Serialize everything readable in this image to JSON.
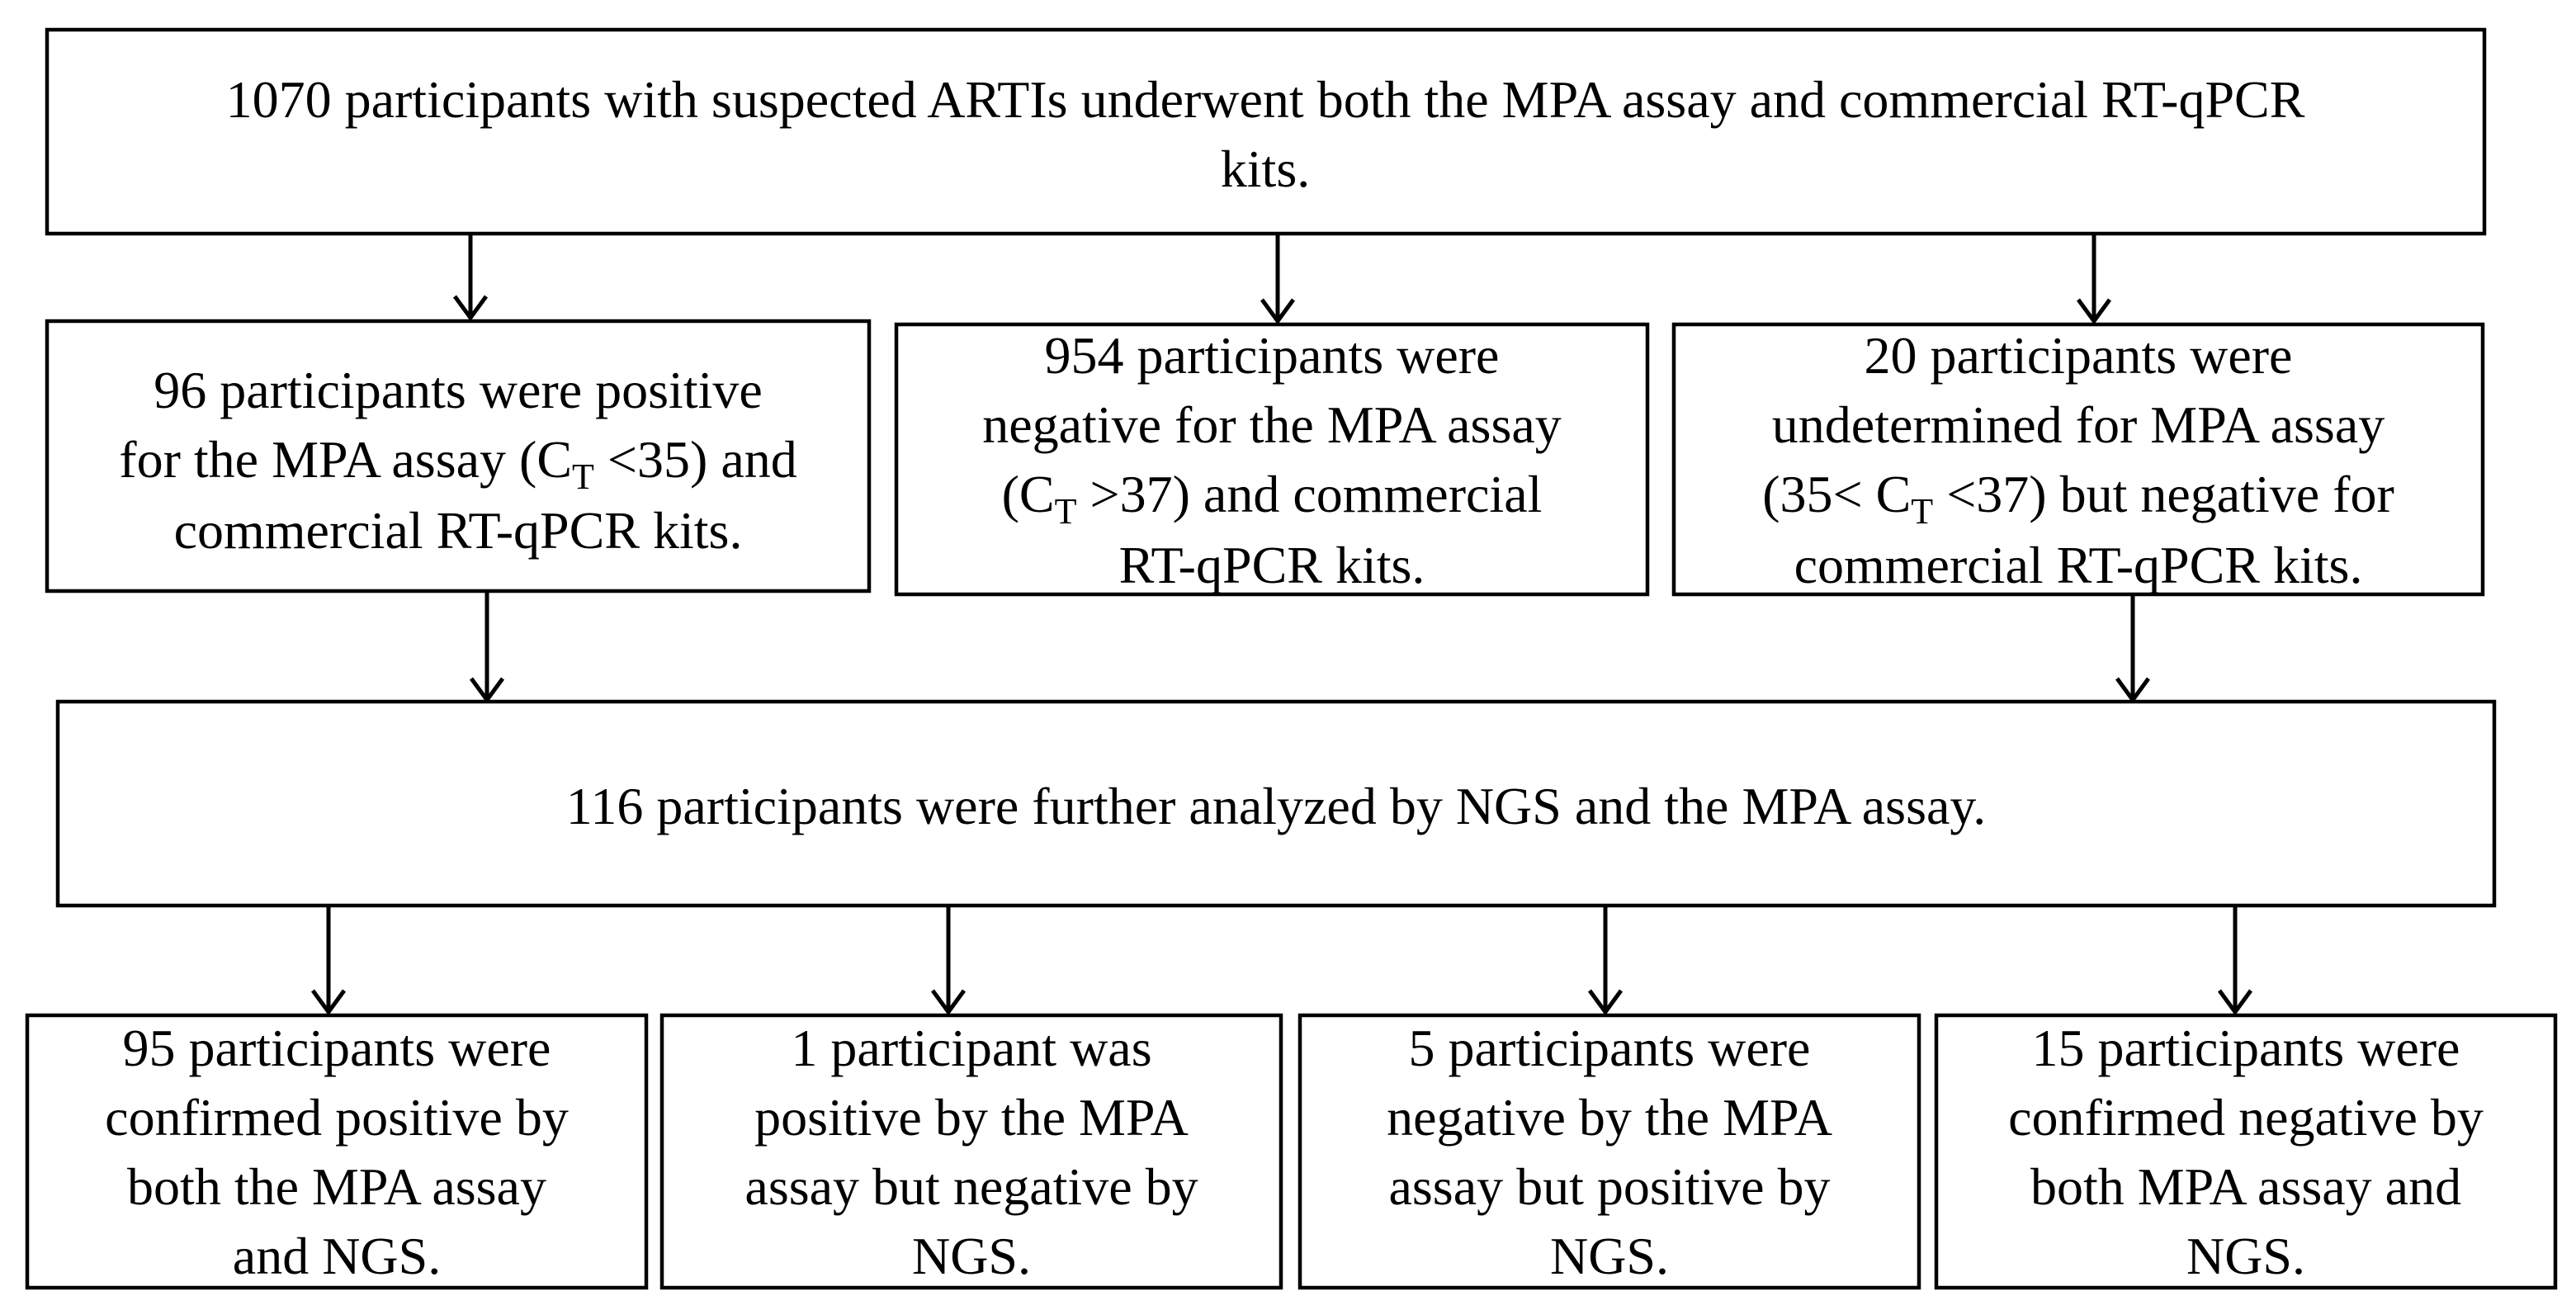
{
  "nodes": {
    "top": {
      "lines": [
        "1070 participants with suspected ARTIs underwent both the MPA assay and commercial RT-qPCR",
        "kits."
      ]
    },
    "positive": {
      "line1": "96 participants were positive",
      "line2_pre": "for the MPA assay (C",
      "line2_sub": "T",
      "line2_post": " <35) and",
      "line3": "commercial RT-qPCR kits."
    },
    "negative": {
      "line1": "954 participants were",
      "line2": "negative for the MPA assay",
      "line3_pre": "(C",
      "line3_sub": "T",
      "line3_post": " >37) and commercial",
      "line4": "RT-qPCR kits."
    },
    "undetermined": {
      "line1": "20 participants were",
      "line2": "undetermined for MPA assay",
      "line3_pre": "(35< C",
      "line3_sub": "T",
      "line3_post": " <37) but negative for",
      "line4": "commercial RT-qPCR kits."
    },
    "further": {
      "lines": [
        "116 participants were further analyzed by NGS and the MPA assay."
      ]
    },
    "confirmed_positive": {
      "lines": [
        "95 participants were",
        "confirmed positive by",
        "both the MPA assay",
        "and NGS."
      ]
    },
    "mpa_pos_ngs_neg": {
      "lines": [
        "1 participant was",
        "positive by the MPA",
        "assay but negative by",
        "NGS."
      ]
    },
    "mpa_neg_ngs_pos": {
      "lines": [
        "5 participants were",
        "negative by the MPA",
        "assay but positive by",
        "NGS."
      ]
    },
    "confirmed_negative": {
      "lines": [
        "15 participants were",
        "confirmed negative by",
        "both MPA assay and",
        "NGS."
      ]
    }
  },
  "edges": [
    {
      "from": "top",
      "to": "positive"
    },
    {
      "from": "top",
      "to": "negative"
    },
    {
      "from": "top",
      "to": "undetermined"
    },
    {
      "from": "positive",
      "to": "further"
    },
    {
      "from": "undetermined",
      "to": "further"
    },
    {
      "from": "further",
      "to": "confirmed_positive"
    },
    {
      "from": "further",
      "to": "mpa_pos_ngs_neg"
    },
    {
      "from": "further",
      "to": "mpa_neg_ngs_pos"
    },
    {
      "from": "further",
      "to": "confirmed_negative"
    }
  ]
}
